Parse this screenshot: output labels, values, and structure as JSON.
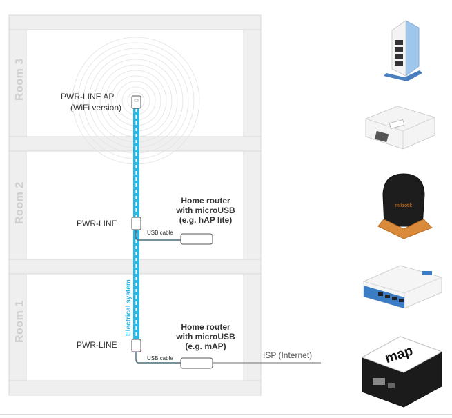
{
  "rooms": [
    "Room 3",
    "Room 2",
    "Room 1"
  ],
  "ap": {
    "name": "PWR-LINE AP",
    "variant": "(WiFi version)"
  },
  "pwr_line_room2": "PWR-LINE",
  "pwr_line_room1": "PWR-LINE",
  "router_room2": {
    "line1": "Home router",
    "line2": "with microUSB",
    "line3": "(e.g. hAP lite)"
  },
  "router_room1": {
    "line1": "Home router",
    "line2": "with microUSB",
    "line3": "(e.g. mAP)"
  },
  "usb_cable_label": "USB cable",
  "electrical_system_label": "Electrical system",
  "isp_label": "ISP (Internet)",
  "devices": [
    "white-blue-router-device",
    "mini-ap-device",
    "black-orange-router-device",
    "hap-lite-router-device",
    "map-router-device"
  ],
  "colors": {
    "wall": "#efefef",
    "wall_stroke": "#d8d8d8",
    "cable": "#2ab7e6",
    "room_text": "#cfcfcf",
    "cable_gray": "#8a8a8a"
  }
}
